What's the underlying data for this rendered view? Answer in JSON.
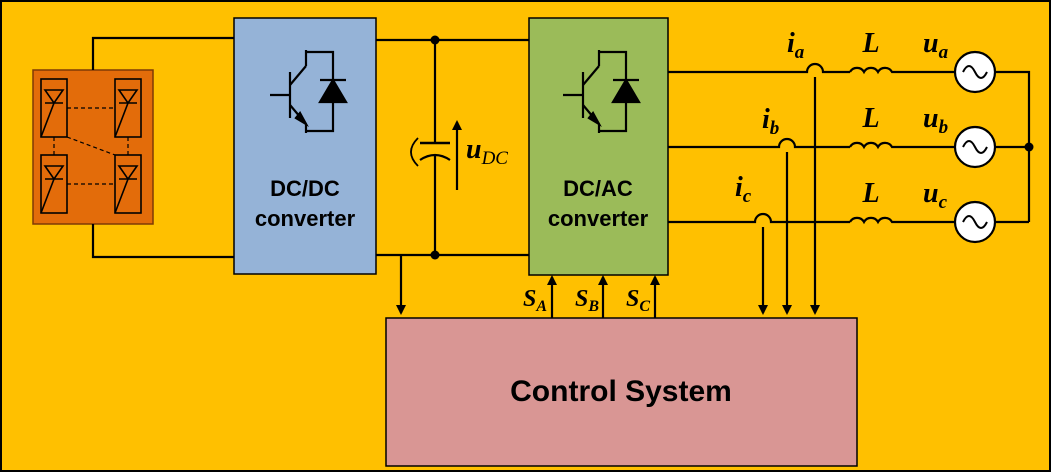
{
  "dcdc_block": {
    "line1": "DC/DC",
    "line2": "converter"
  },
  "dcac_block": {
    "line1": "DC/AC",
    "line2": "converter"
  },
  "control_block": {
    "label": "Control System"
  },
  "capacitor_voltage": {
    "symbol": "u",
    "subscript": "DC"
  },
  "phases": [
    {
      "current_symbol": "i",
      "current_sub": "a",
      "inductor": "L",
      "voltage_symbol": "u",
      "voltage_sub": "a"
    },
    {
      "current_symbol": "i",
      "current_sub": "b",
      "inductor": "L",
      "voltage_symbol": "u",
      "voltage_sub": "b"
    },
    {
      "current_symbol": "i",
      "current_sub": "c",
      "inductor": "L",
      "voltage_symbol": "u",
      "voltage_sub": "c"
    }
  ],
  "switch_signals": [
    {
      "symbol": "S",
      "sub": "A"
    },
    {
      "symbol": "S",
      "sub": "B"
    },
    {
      "symbol": "S",
      "sub": "C"
    }
  ],
  "colors": {
    "background": "#FFC000",
    "pv_panel": "#E36C0A",
    "dcdc": "#95B3D7",
    "dcac": "#9BBB59",
    "control": "#D99694"
  }
}
